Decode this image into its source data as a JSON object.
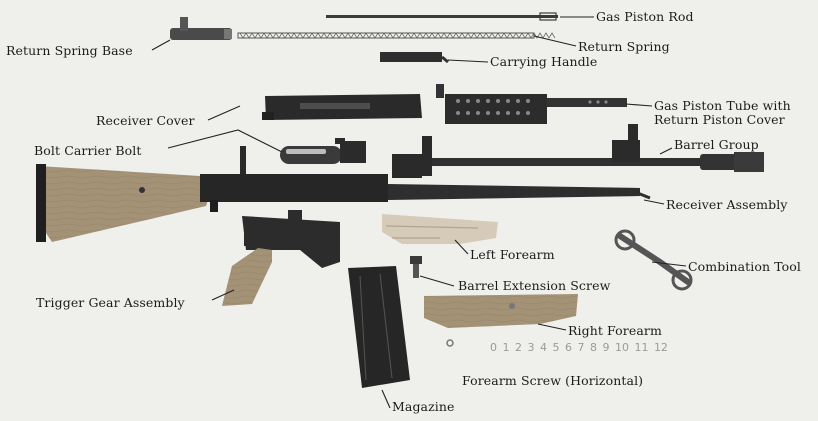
{
  "labels": {
    "gas_piston_rod": "Gas Piston Rod",
    "return_spring_base": "Return Spring Base",
    "return_spring": "Return Spring",
    "carrying_handle": "Carrying Handle",
    "receiver_cover": "Receiver Cover",
    "gas_piston_tube_1": "Gas Piston Tube with",
    "gas_piston_tube_2": "Return Piston Cover",
    "bolt_carrier_bolt": "Bolt Carrier Bolt",
    "barrel_group": "Barrel Group",
    "receiver_assembly": "Receiver Assembly",
    "left_forearm": "Left Forearm",
    "combination_tool": "Combination Tool",
    "barrel_extension_screw": "Barrel Extension Screw",
    "trigger_gear_assembly": "Trigger Gear Assembly",
    "right_forearm": "Right Forearm",
    "forearm_screw": "Forearm Screw (Horizontal)",
    "magazine": "Magazine"
  },
  "ruler": "0 1 2 3 4 5 6 7 8 9 10 11 12",
  "colors": {
    "background": "#efefec",
    "metal": "#2b2b2b",
    "wood": "#a39276",
    "light_wood": "#d6cbb8",
    "text": "#1b1b1b"
  }
}
